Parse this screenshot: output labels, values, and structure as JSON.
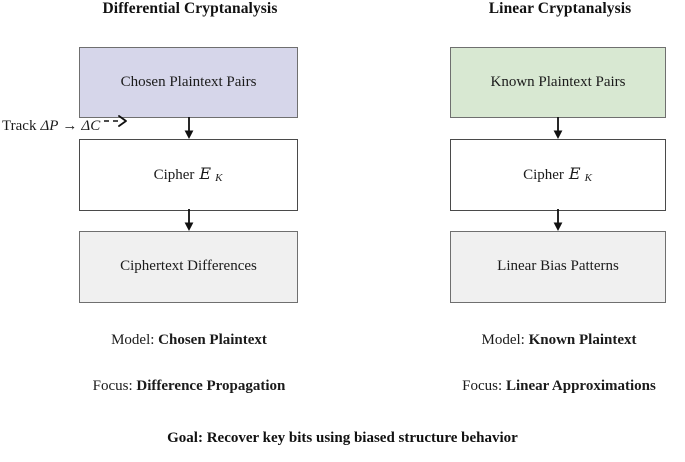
{
  "diagram": {
    "columns": [
      {
        "id": "differential",
        "title": "Differential Cryptanalysis",
        "boxes": [
          {
            "label": "Chosen Plaintext Pairs",
            "fill": "#d6d6ea",
            "border": "#6f6f6f"
          },
          {
            "label": "Cipher",
            "symbol": "E",
            "subscript": "K",
            "fill": "#ffffff",
            "border": "#4a4a4a"
          },
          {
            "label": "Ciphertext Differences",
            "fill": "#f0f0f0",
            "border": "#6f6f6f"
          }
        ],
        "model_label": "Model:",
        "model_value": "Chosen Plaintext",
        "focus_label": "Focus:",
        "focus_value": "Difference Propagation"
      },
      {
        "id": "linear",
        "title": "Linear Cryptanalysis",
        "boxes": [
          {
            "label": "Known Plaintext Pairs",
            "fill": "#d8e8d2",
            "border": "#6f6f6f"
          },
          {
            "label": "Cipher",
            "symbol": "E",
            "subscript": "K",
            "fill": "#ffffff",
            "border": "#4a4a4a"
          },
          {
            "label": "Linear Bias Patterns",
            "fill": "#f0f0f0",
            "border": "#6f6f6f"
          }
        ],
        "model_label": "Model:",
        "model_value": "Known Plaintext",
        "focus_label": "Focus:",
        "focus_value": "Linear Approximations"
      }
    ],
    "annotation": {
      "prefix": "Track",
      "delta_p": "ΔP",
      "maps_to": "→",
      "delta_c": "ΔC",
      "trailing_arrow": "dashed-arrow"
    },
    "goal": "Goal: Recover key bits using biased structure behavior",
    "colors": {
      "chosen_plaintext_fill": "#d6d6ea",
      "known_plaintext_fill": "#d8e8d2",
      "result_fill": "#f0f0f0",
      "box_border": "#6f6f6f",
      "cipher_border": "#4a4a4a",
      "arrow": "#111111",
      "text": "#1b1b1b"
    }
  }
}
